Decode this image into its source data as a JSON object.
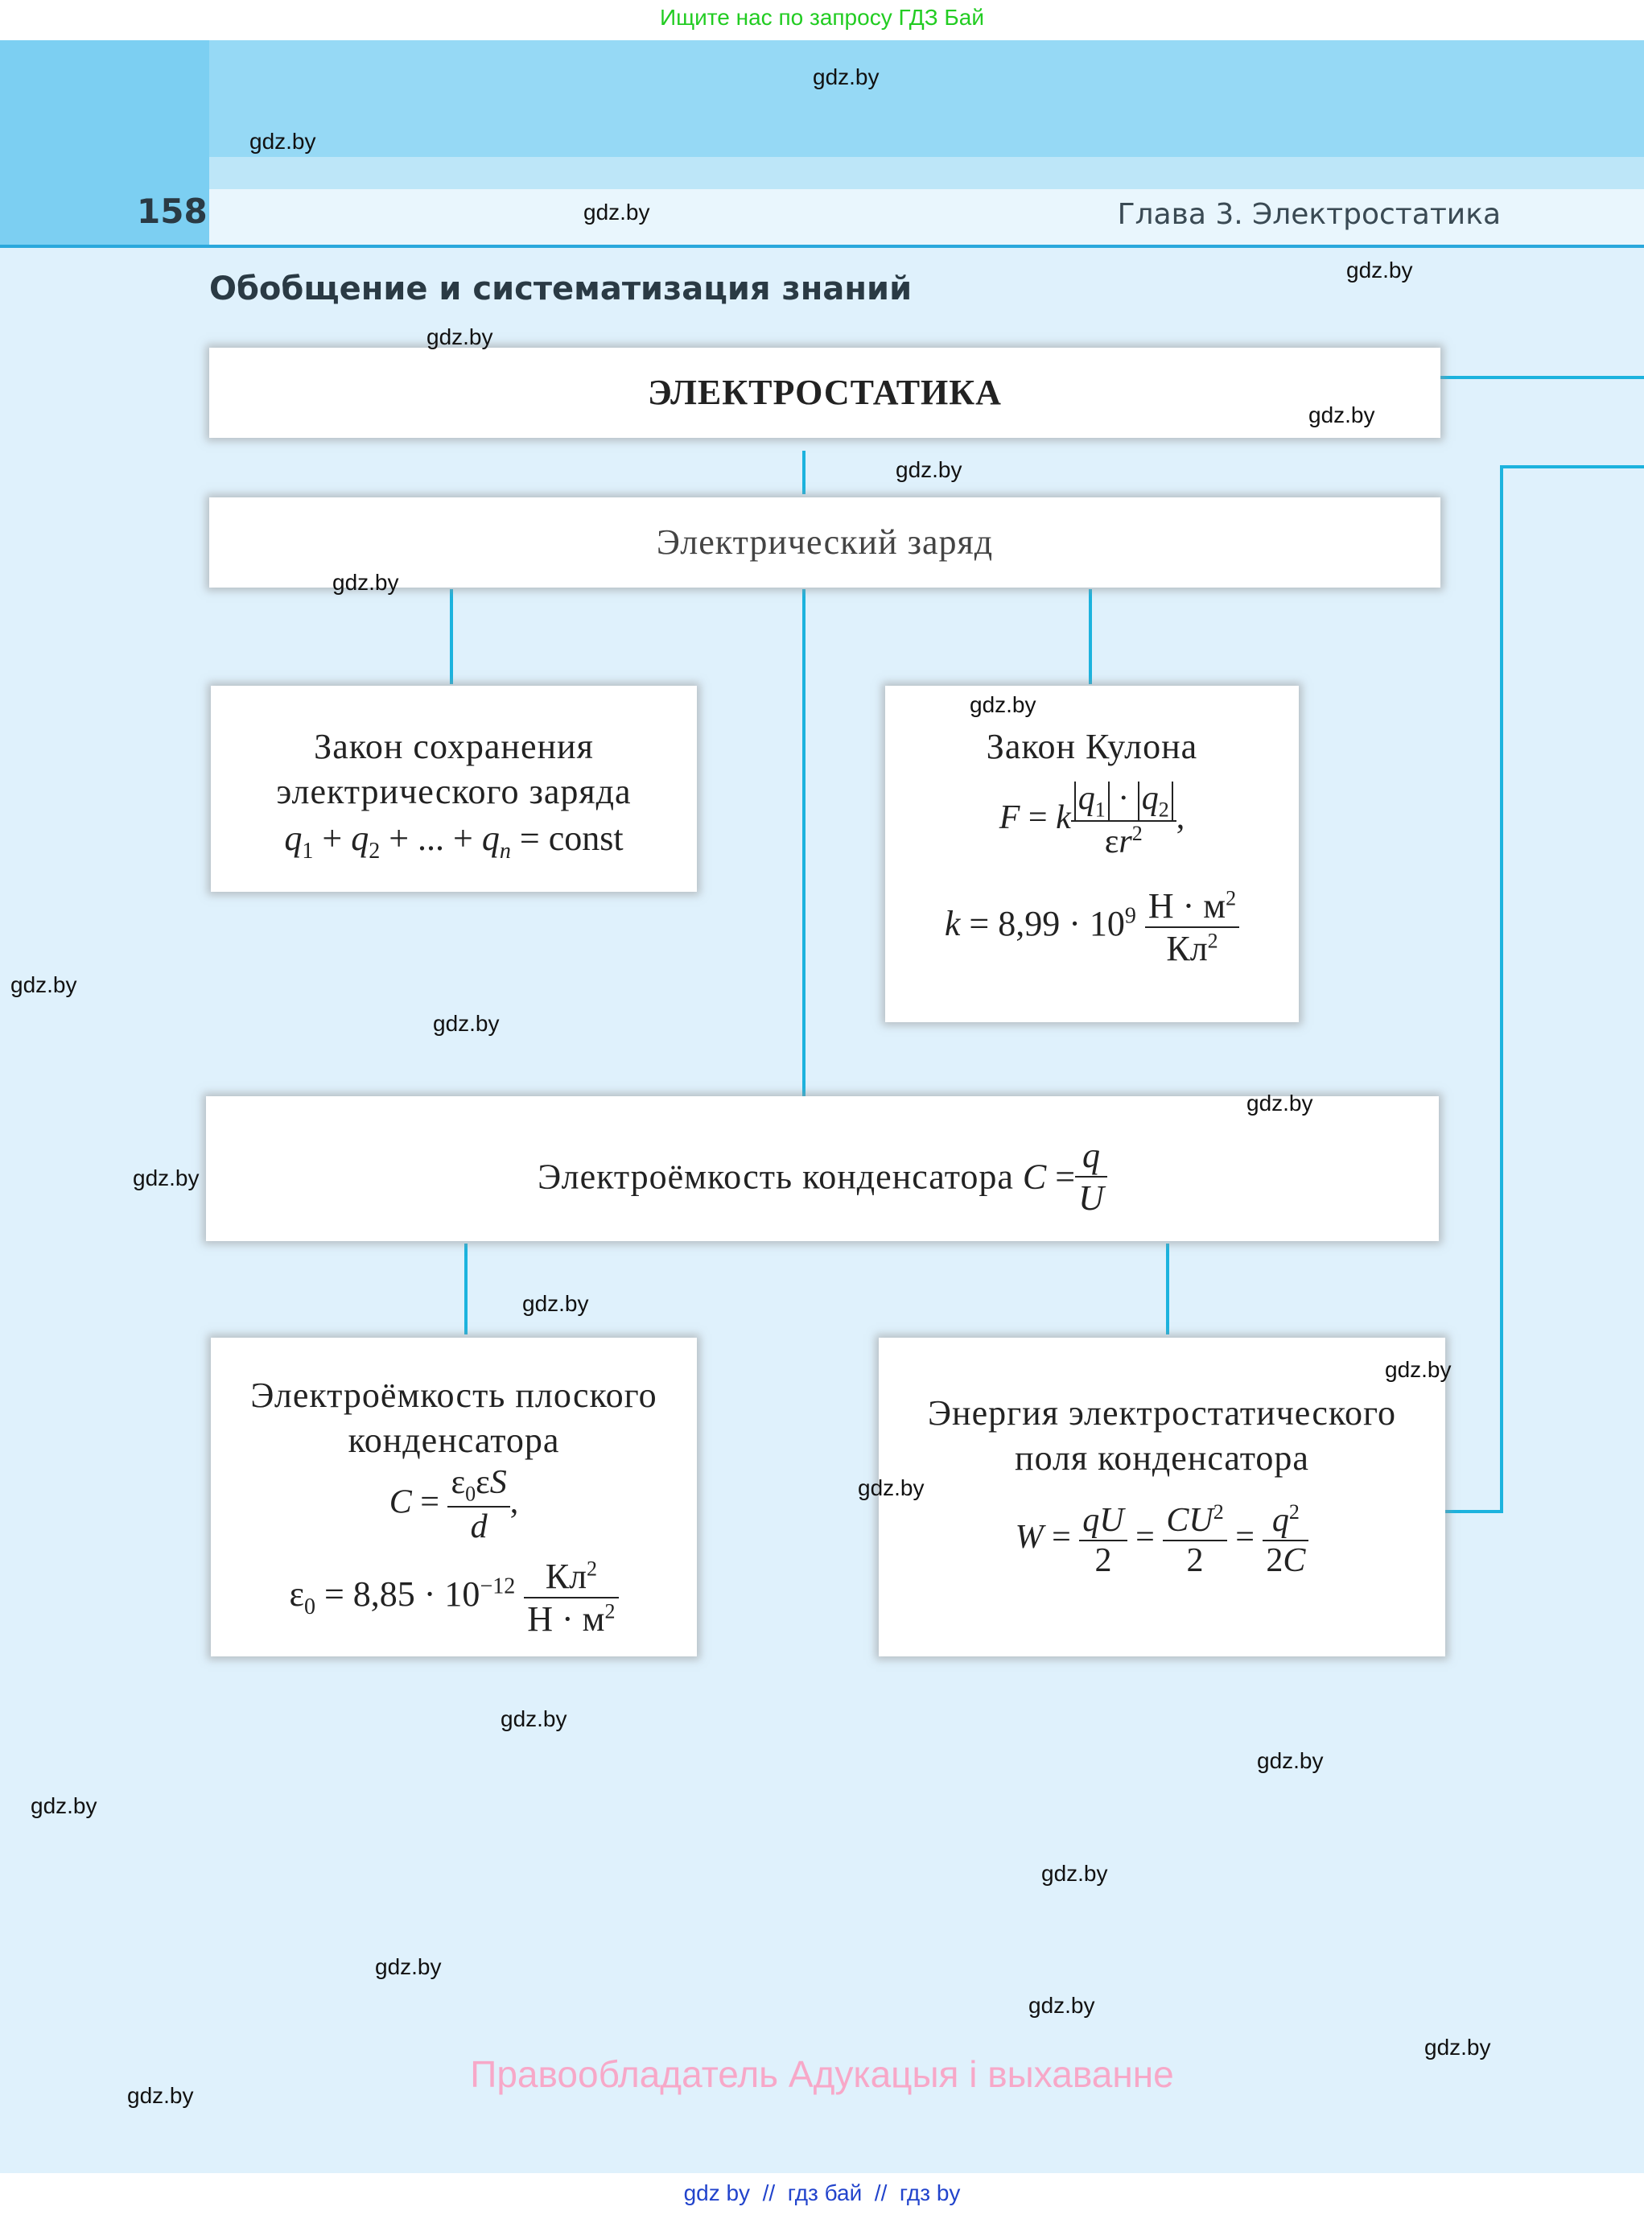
{
  "top_banner": "Ищите нас по запросу ГДЗ Бай",
  "header": {
    "page_number": "158",
    "chapter": "Глава 3. Электростатика"
  },
  "section_title": "Обобщение и систематизация знаний",
  "diagram": {
    "root": "ЭЛЕКТРОСТАТИКА",
    "charge": "Электрический заряд",
    "conservation": {
      "line1": "Закон сохранения",
      "line2": "электрического заряда"
    },
    "coulomb": {
      "title": "Закон Кулона"
    },
    "capacitance": {
      "label": "Электроёмкость конденсатора"
    },
    "flat_capacitor": {
      "line1": "Электроёмкость плоского",
      "line2": "конденсатора"
    },
    "energy": {
      "line1": "Энергия электростатического",
      "line2": "поля конденсатора"
    }
  },
  "watermark": "gdz.by",
  "rights_holder": "Правообладатель Адукацыя і выхаванне",
  "bottom_links": "gdz by  //  гдз бай  //  гдз by"
}
